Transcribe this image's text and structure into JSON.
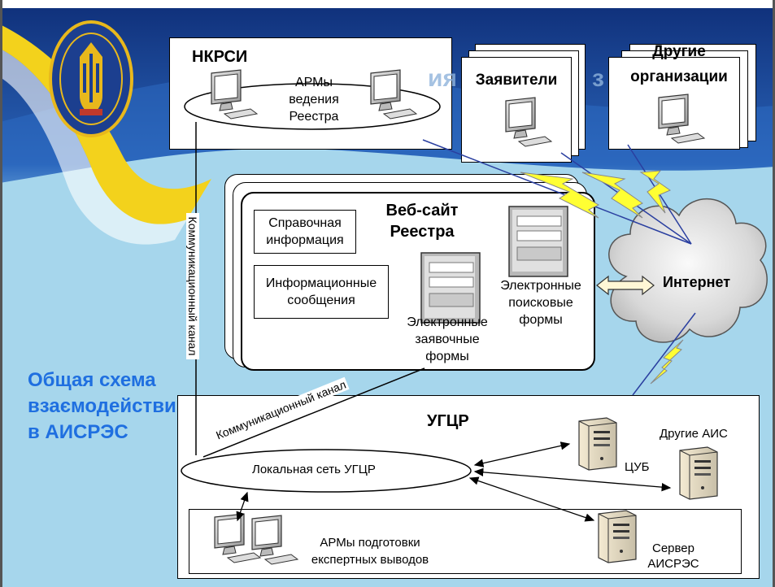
{
  "title": "Общая схема взаємодействий в АИСРЭС",
  "title_lines": [
    "Общая схема",
    "взаємодействий",
    "в АИСРЭС"
  ],
  "faded_header_fragment": "ия",
  "faded_header_fragment_2": "з",
  "nkrsi": {
    "title": "НКРСИ",
    "arm_label_lines": [
      "АРМы",
      "ведения",
      "Реестра"
    ]
  },
  "applicants": {
    "title": "Заявители"
  },
  "other_orgs": {
    "title_lines": [
      "Другие",
      "организации"
    ]
  },
  "website": {
    "title_lines": [
      "Веб-сайт",
      "Реестра"
    ],
    "reference_info_lines": [
      "Справочная",
      "информация"
    ],
    "info_messages_lines": [
      "Информационные",
      "сообщения"
    ],
    "search_forms_lines": [
      "Электронные",
      "поисковые",
      "формы"
    ],
    "application_forms_lines": [
      "Электронные",
      "заявочные",
      "формы"
    ]
  },
  "internet": {
    "label": "Интернет"
  },
  "channels": {
    "vertical": "Коммуникационный канал",
    "diagonal": "Коммуникационный канал"
  },
  "ugcr": {
    "title": "УГЦР",
    "lan_label": "Локальная сеть УГЦР",
    "cub_label": "ЦУБ",
    "other_ais_label": "Другие АИС",
    "server_label_lines": [
      "Сервер",
      "АИСРЭС"
    ],
    "arm_label_lines": [
      "АРМы подготовки",
      "експертных выводов"
    ]
  },
  "colors": {
    "background": "#9fd3ea",
    "title_blue": "#1f6fe0",
    "lightning": "#ffff33",
    "emblem_blue": "#1c3f8f",
    "emblem_gold": "#e8b81c"
  }
}
